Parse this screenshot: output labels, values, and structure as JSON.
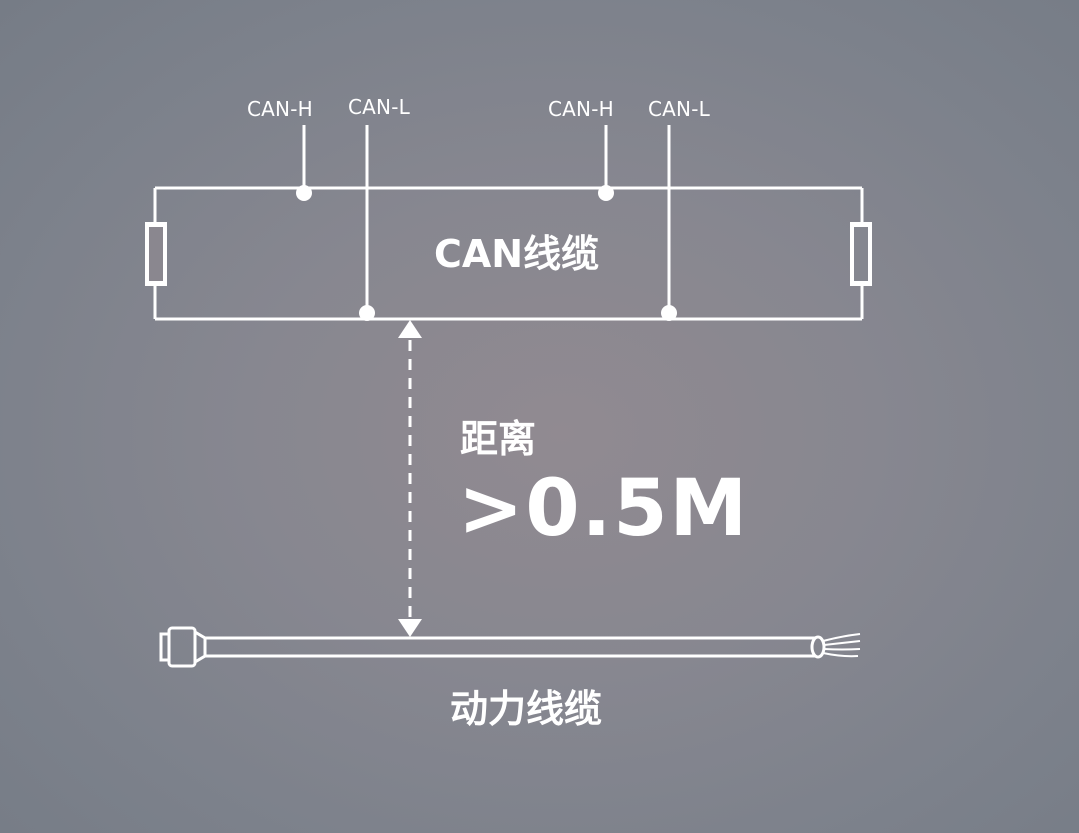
{
  "terminals": {
    "left_pair": {
      "high": "CAN-H",
      "low": "CAN-L"
    },
    "right_pair": {
      "high": "CAN-H",
      "low": "CAN-L"
    }
  },
  "can_cable": {
    "label": "CAN线缆"
  },
  "distance": {
    "label": "距离",
    "value": ">0.5M"
  },
  "power_cable": {
    "label": "动力线缆"
  },
  "colors": {
    "line": "#ffffff",
    "background_center": "#918a91",
    "background_edge": "#767c86"
  },
  "icons": {
    "terminator_resistor": "resistor-icon",
    "connector_plug": "plug-icon",
    "wire_end": "wire-end-icon",
    "distance_arrow": "double-arrow-icon"
  }
}
